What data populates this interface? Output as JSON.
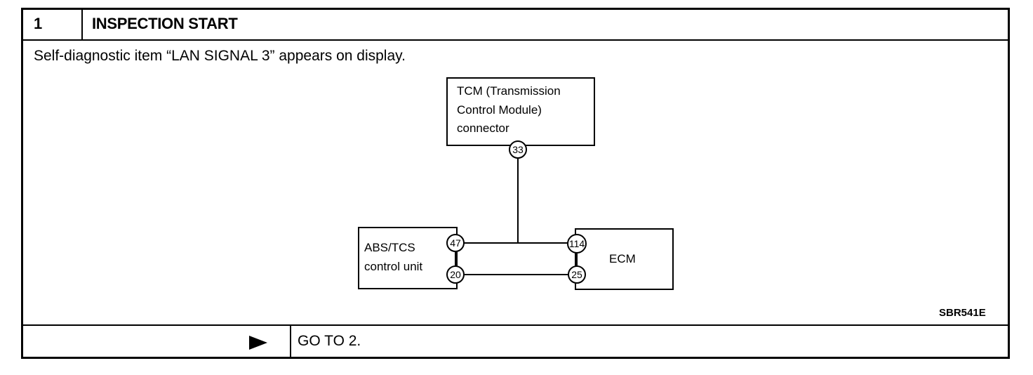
{
  "step": {
    "number": "1",
    "title": "INSPECTION START",
    "description": "Self-diagnostic item “LAN SIGNAL 3” appears on display."
  },
  "diagram": {
    "tcm": {
      "lines": [
        "TCM (Transmission",
        "Control Module)",
        "connector"
      ],
      "pin": "33"
    },
    "abs": {
      "lines": [
        "ABS/TCS",
        "control unit"
      ],
      "pins": [
        "47",
        "20"
      ]
    },
    "ecm": {
      "label": "ECM",
      "pins": [
        "114",
        "25"
      ]
    },
    "figure_code": "SBR541E"
  },
  "footer": {
    "arrow_icon": "right-triangle-icon",
    "goto": "GO TO 2."
  }
}
